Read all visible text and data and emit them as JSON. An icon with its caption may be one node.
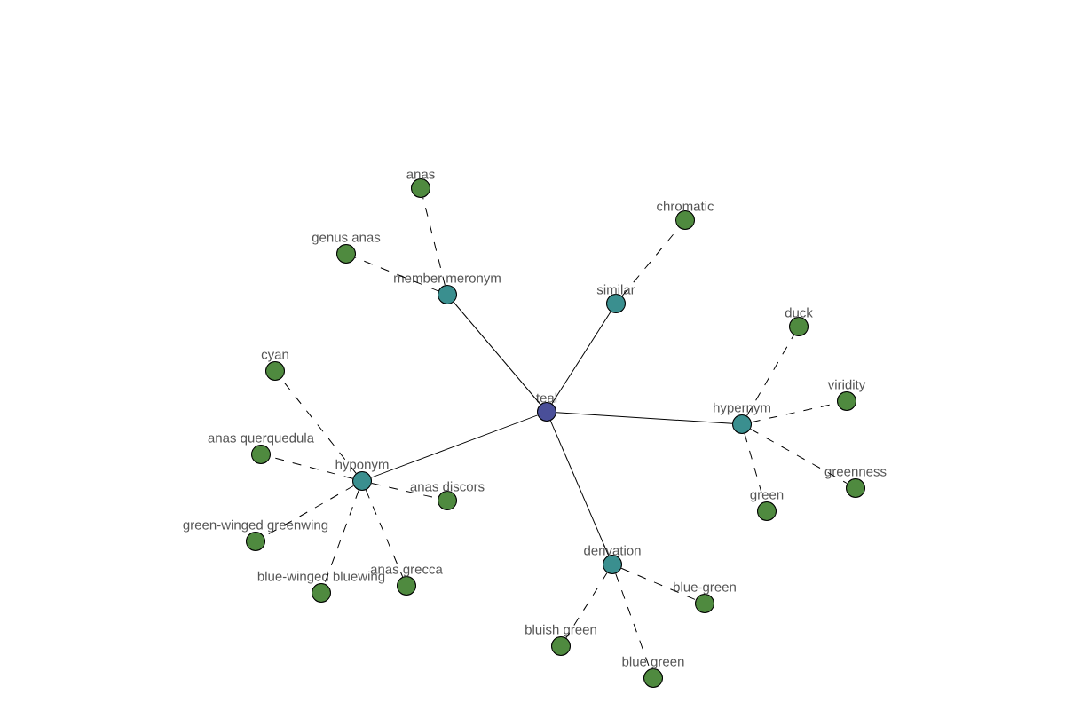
{
  "diagram": {
    "nodes": [
      {
        "text": [
          "teal"
        ]
      },
      {
        "text": [
          "member meronym"
        ]
      },
      {
        "text": [
          "similar"
        ]
      },
      {
        "text": [
          "hypernym"
        ]
      },
      {
        "text": [
          "derivation"
        ]
      },
      {
        "text": [
          "hyponym"
        ]
      },
      {
        "text": [
          "anas"
        ]
      },
      {
        "text": [
          "genus anas"
        ]
      },
      {
        "text": [
          "chromatic"
        ]
      },
      {
        "text": [
          "duck"
        ]
      },
      {
        "text": [
          "viridity"
        ]
      },
      {
        "text": [
          "greenness"
        ]
      },
      {
        "text": [
          "green"
        ]
      },
      {
        "text": [
          "blue-green"
        ]
      },
      {
        "text": [
          "blue green"
        ]
      },
      {
        "text": [
          "bluish green"
        ]
      },
      {
        "text": [
          "cyan"
        ]
      },
      {
        "text": [
          "anas querquedula"
        ]
      },
      {
        "text": [
          "anas discors"
        ]
      },
      {
        "text": [
          "green-winged greenwing"
        ]
      },
      {
        "text": [
          "blue-winged bluewing"
        ]
      },
      {
        "text": [
          "anas grecca"
        ]
      }
    ],
    "edges": [
      {
        "from": 0,
        "to": 1,
        "arrow": "none"
      },
      {
        "from": 0,
        "to": 2,
        "arrow": "none"
      },
      {
        "from": 0,
        "to": 3,
        "arrow": "none"
      },
      {
        "from": 0,
        "to": 4,
        "arrow": "none"
      },
      {
        "from": 0,
        "to": 5,
        "arrow": "none"
      },
      {
        "from": 1,
        "to": 6,
        "arrow": "none",
        "style": "dashed"
      },
      {
        "from": 1,
        "to": 7,
        "arrow": "none",
        "style": "dashed"
      },
      {
        "from": 2,
        "to": 8,
        "arrow": "none",
        "style": "dashed"
      },
      {
        "from": 3,
        "to": 9,
        "arrow": "none",
        "style": "dashed"
      },
      {
        "from": 3,
        "to": 10,
        "arrow": "none",
        "style": "dashed"
      },
      {
        "from": 3,
        "to": 11,
        "arrow": "none",
        "style": "dashed"
      },
      {
        "from": 3,
        "to": 12,
        "arrow": "none",
        "style": "dashed"
      },
      {
        "from": 4,
        "to": 13,
        "arrow": "none",
        "style": "dashed"
      },
      {
        "from": 4,
        "to": 14,
        "arrow": "none",
        "style": "dashed"
      },
      {
        "from": 4,
        "to": 15,
        "arrow": "none",
        "style": "dashed"
      },
      {
        "from": 5,
        "to": 16,
        "arrow": "none",
        "style": "dashed"
      },
      {
        "from": 5,
        "to": 17,
        "arrow": "none",
        "style": "dashed"
      },
      {
        "from": 5,
        "to": 18,
        "arrow": "none",
        "style": "dashed"
      },
      {
        "from": 5,
        "to": 19,
        "arrow": "none",
        "style": "dashed"
      },
      {
        "from": 5,
        "to": 20,
        "arrow": "none",
        "style": "dashed"
      },
      {
        "from": 5,
        "to": 21,
        "arrow": "none",
        "style": "dashed"
      }
    ]
  }
}
